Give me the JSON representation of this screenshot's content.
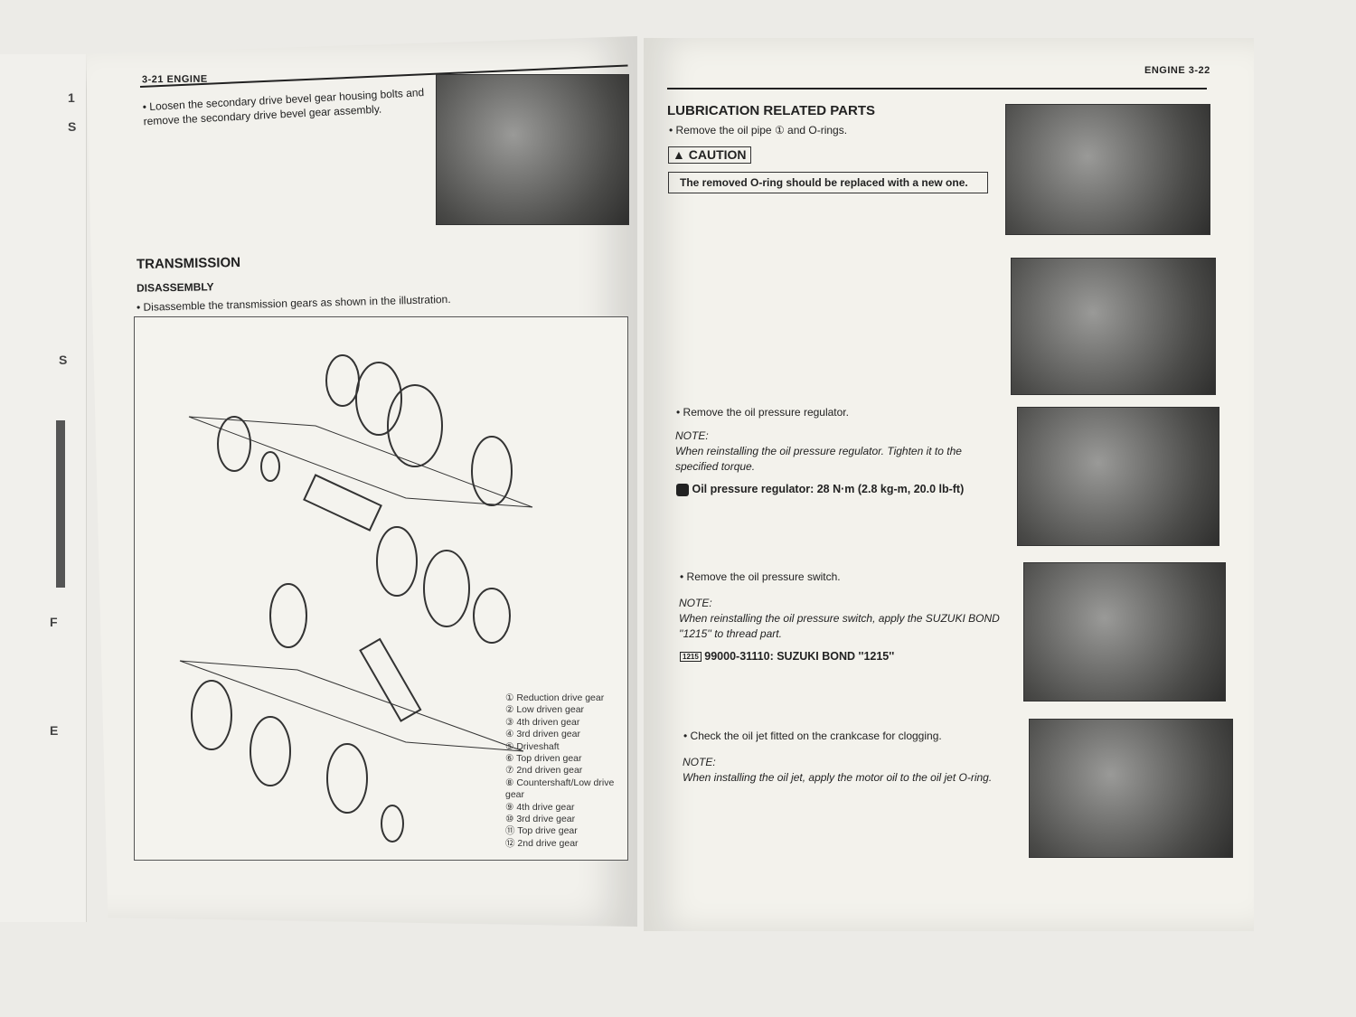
{
  "left_page": {
    "header": "3-21 ENGINE",
    "bullet1": "Loosen the secondary drive bevel gear housing bolts and remove the secondary drive bevel gear assembly.",
    "section_title": "TRANSMISSION",
    "subsection_title": "DISASSEMBLY",
    "bullet2": "Disassemble the transmission gears as shown in the illustration.",
    "legend": [
      "① Reduction drive gear",
      "② Low driven gear",
      "③ 4th driven gear",
      "④ 3rd driven gear",
      "⑤ Driveshaft",
      "⑥ Top driven gear",
      "⑦ 2nd driven gear",
      "⑧ Countershaft/Low drive gear",
      "⑨ 4th drive gear",
      "⑩ 3rd drive gear",
      "⑪ Top drive gear",
      "⑫ 2nd drive gear"
    ]
  },
  "right_page": {
    "header": "ENGINE 3-22",
    "section_title": "LUBRICATION RELATED PARTS",
    "bullet1": "Remove the oil pipe ① and O-rings.",
    "caution_label": "CAUTION",
    "caution_text": "The removed O-ring should be replaced with a new one.",
    "bullet2": "Remove the oil pressure regulator.",
    "note_label": "NOTE:",
    "note2": "When reinstalling the oil pressure regulator. Tighten it to the specified torque.",
    "torque_spec": "Oil pressure regulator: 28 N·m (2.8 kg-m, 20.0 lb-ft)",
    "bullet3": "Remove the oil pressure switch.",
    "note3": "When reinstalling the oil pressure switch, apply the SUZUKI BOND ''1215'' to thread part.",
    "bond_icon_label": "1215",
    "bond_spec": "99000-31110: SUZUKI BOND ''1215''",
    "bullet4": "Check the oil jet fitted on the crankcase for clogging.",
    "note4": "When installing the oil jet, apply the motor oil to the oil jet O-ring."
  },
  "icons": {
    "caution": "warning-triangle-icon",
    "torque": "torque-wrench-icon",
    "bond": "bond-tube-icon"
  }
}
